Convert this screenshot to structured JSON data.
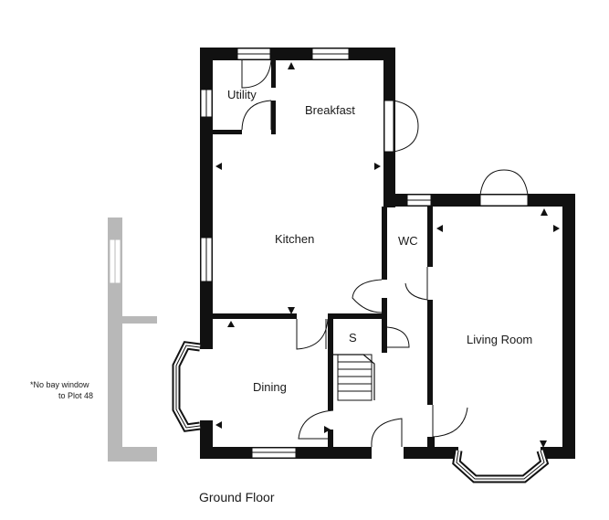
{
  "plan": {
    "title": "Ground Floor",
    "rooms": {
      "utility": "Utility",
      "breakfast": "Breakfast",
      "kitchen": "Kitchen",
      "wc": "WC",
      "store": "S",
      "living": "Living Room",
      "dining": "Dining"
    },
    "note_line1": "*No bay window",
    "note_line2": "to Plot 48"
  },
  "colors": {
    "wall": "#111111",
    "adjacent_plot": "#b8b8b8",
    "background": "#ffffff"
  }
}
